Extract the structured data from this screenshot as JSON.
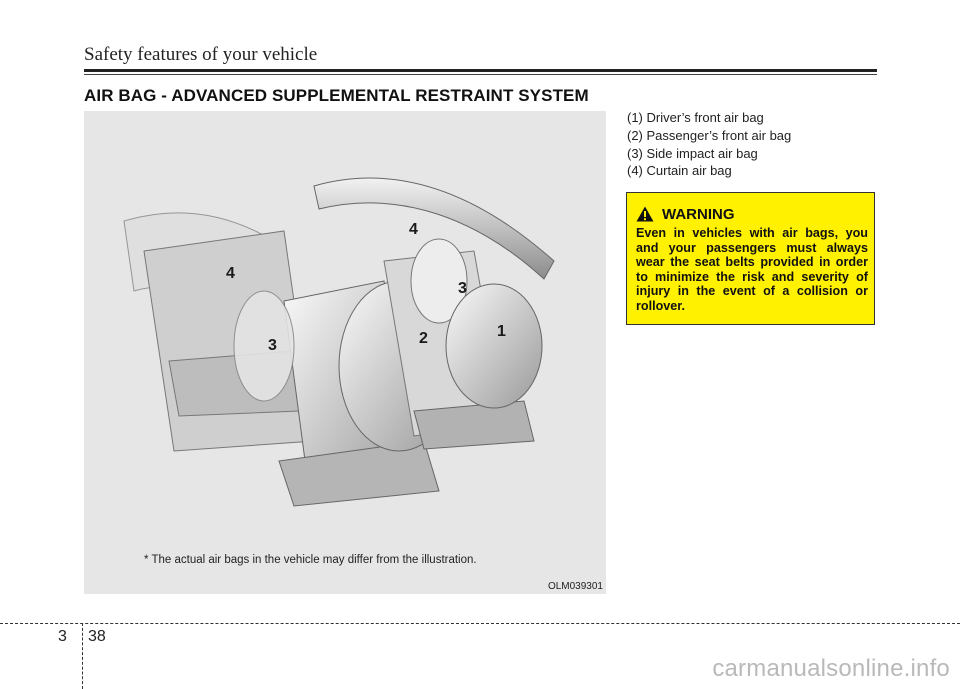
{
  "header": {
    "running_title": "Safety features of your vehicle"
  },
  "section": {
    "title": "AIR BAG - ADVANCED SUPPLEMENTAL RESTRAINT SYSTEM"
  },
  "figure": {
    "note": "* The actual air bags in the vehicle may differ from the illustration.",
    "code": "OLM039301",
    "callouts": [
      "4",
      "4",
      "3",
      "3",
      "2",
      "1"
    ]
  },
  "legend": {
    "items": [
      "(1) Driver’s front air bag",
      "(2) Passenger’s front air bag",
      "(3) Side impact air bag",
      "(4) Curtain air bag"
    ]
  },
  "warning": {
    "title": "WARNING",
    "text": "Even in vehicles with air bags, you and your passengers must always wear the seat belts provided in order to minimize the risk and severity of injury in the event of a collision or rollover.",
    "color": "#fff100"
  },
  "footer": {
    "chapter": "3",
    "page": "38"
  },
  "watermark": "carmanualsonline.info"
}
